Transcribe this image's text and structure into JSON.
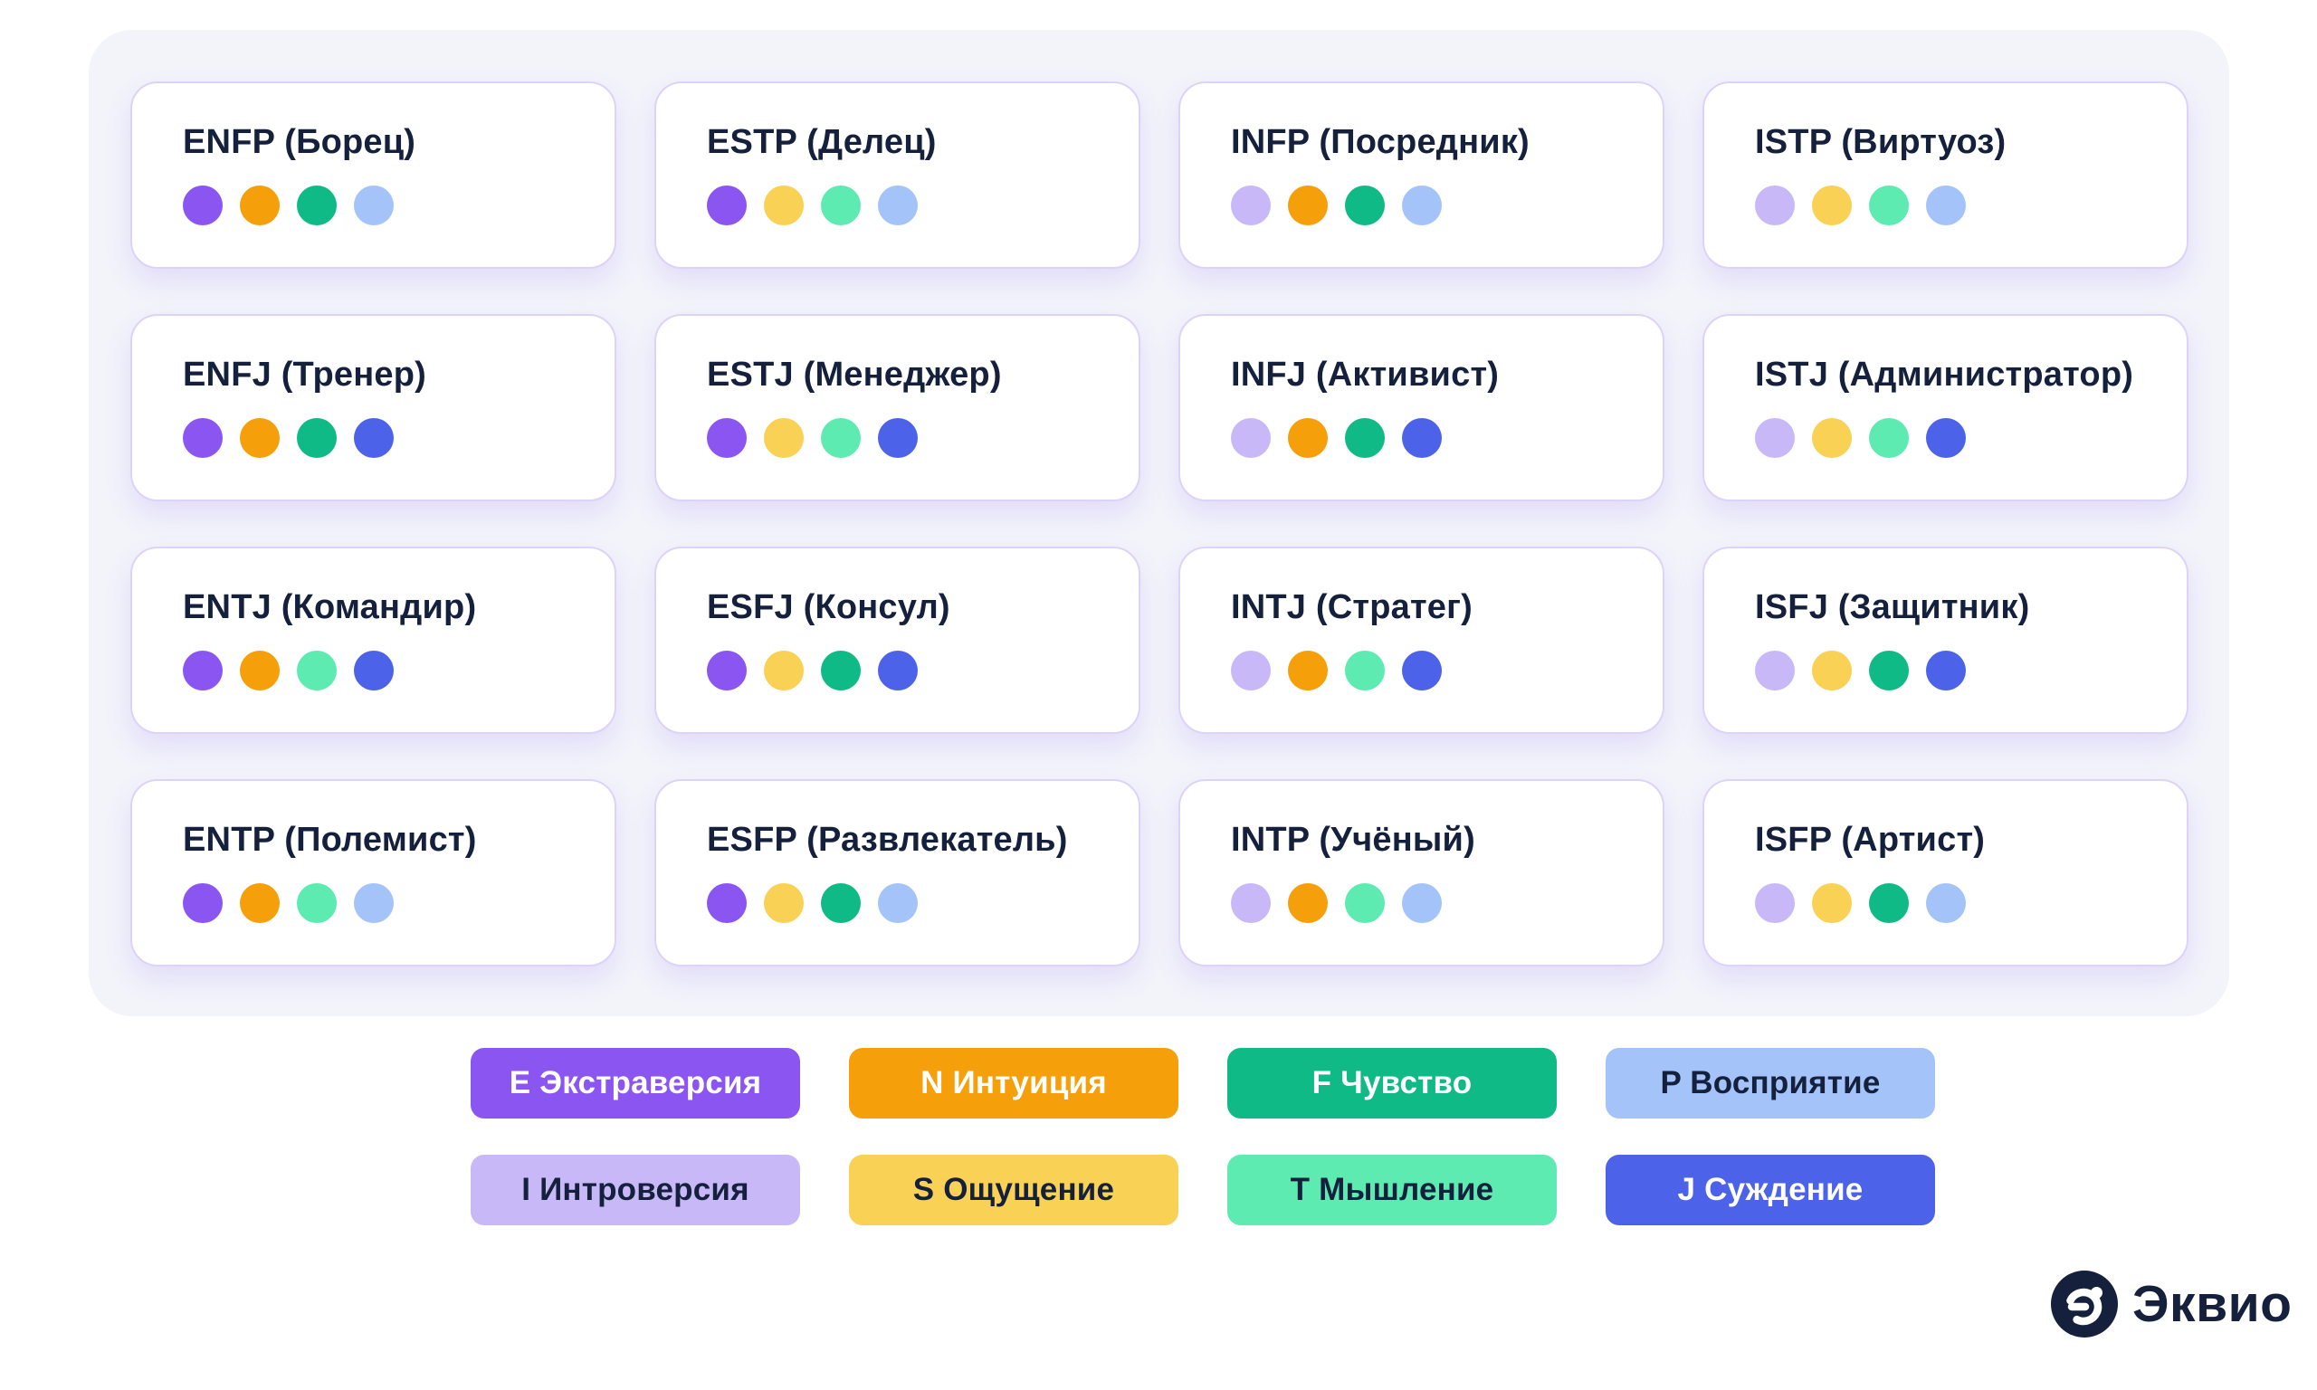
{
  "board": {
    "background": "#F3F3FA"
  },
  "text_color": "#14203C",
  "trait_colors": {
    "E": "#8B55F2",
    "I": "#C9B8F8",
    "N": "#F5A00A",
    "S": "#F8D155",
    "F": "#10BA86",
    "T": "#5EEBB2",
    "P": "#A4C3F8",
    "J": "#4C62E9"
  },
  "cards": [
    {
      "title": "ENFP (Борец)",
      "dots": [
        "E",
        "N",
        "F",
        "P"
      ]
    },
    {
      "title": "ESTP (Делец)",
      "dots": [
        "E",
        "S",
        "T",
        "P"
      ]
    },
    {
      "title": "INFP (Посредник)",
      "dots": [
        "I",
        "N",
        "F",
        "P"
      ]
    },
    {
      "title": "ISTP (Виртуоз)",
      "dots": [
        "I",
        "S",
        "T",
        "P"
      ]
    },
    {
      "title": "ENFJ (Тренер)",
      "dots": [
        "E",
        "N",
        "F",
        "J"
      ]
    },
    {
      "title": "ESTJ (Менеджер)",
      "dots": [
        "E",
        "S",
        "T",
        "J"
      ]
    },
    {
      "title": "INFJ (Активист)",
      "dots": [
        "I",
        "N",
        "F",
        "J"
      ]
    },
    {
      "title": "ISTJ (Администратор)",
      "dots": [
        "I",
        "S",
        "T",
        "J"
      ]
    },
    {
      "title": "ENTJ (Командир)",
      "dots": [
        "E",
        "N",
        "T",
        "J"
      ]
    },
    {
      "title": "ESFJ (Консул)",
      "dots": [
        "E",
        "S",
        "F",
        "J"
      ]
    },
    {
      "title": "INTJ (Стратег)",
      "dots": [
        "I",
        "N",
        "T",
        "J"
      ]
    },
    {
      "title": "ISFJ (Защитник)",
      "dots": [
        "I",
        "S",
        "F",
        "J"
      ]
    },
    {
      "title": "ENTP (Полемист)",
      "dots": [
        "E",
        "N",
        "T",
        "P"
      ]
    },
    {
      "title": "ESFP (Развлекатель)",
      "dots": [
        "E",
        "S",
        "F",
        "P"
      ]
    },
    {
      "title": "INTP (Учёный)",
      "dots": [
        "I",
        "N",
        "T",
        "P"
      ]
    },
    {
      "title": "ISFP (Артист)",
      "dots": [
        "I",
        "S",
        "F",
        "P"
      ]
    }
  ],
  "legend": [
    {
      "label": "E Экстраверсия",
      "trait": "E",
      "text_color": "#FFFFFF"
    },
    {
      "label": "N Интуиция",
      "trait": "N",
      "text_color": "#FFFFFF"
    },
    {
      "label": "F Чувство",
      "trait": "F",
      "text_color": "#FFFFFF"
    },
    {
      "label": "P Восприятие",
      "trait": "P",
      "text_color": "#14203C"
    },
    {
      "label": "I Интроверсия",
      "trait": "I",
      "text_color": "#14203C"
    },
    {
      "label": "S Ощущение",
      "trait": "S",
      "text_color": "#14203C"
    },
    {
      "label": "T Мышление",
      "trait": "T",
      "text_color": "#14203C"
    },
    {
      "label": "J Суждение",
      "trait": "J",
      "text_color": "#FFFFFF"
    }
  ],
  "logo": {
    "text": "Эквио",
    "color": "#14203C"
  }
}
